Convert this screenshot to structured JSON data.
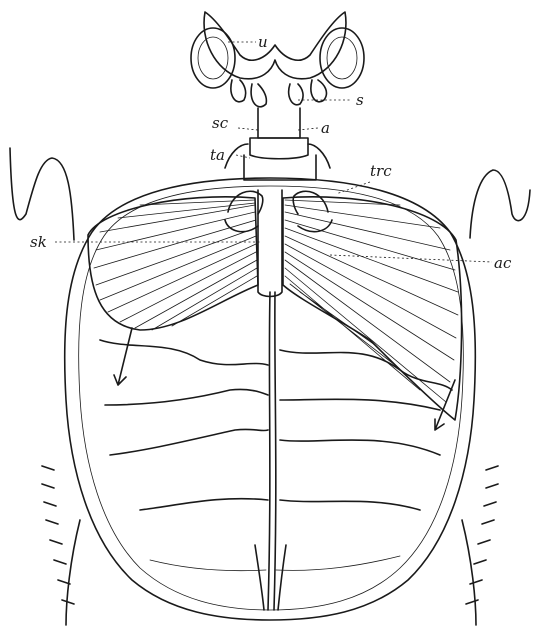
{
  "figure": {
    "labels": {
      "u": "u",
      "s": "s",
      "sc": "sc",
      "a": "a",
      "ta": "ta",
      "trc": "trc",
      "sk": "sk",
      "ac": "ac"
    }
  }
}
